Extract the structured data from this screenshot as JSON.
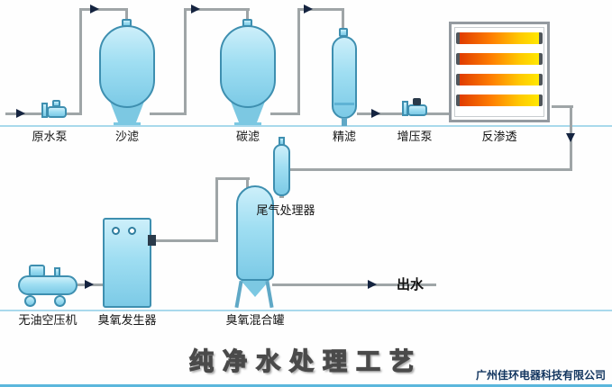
{
  "title": "纯净水处理工艺",
  "company": "广州佳环电器科技有限公司",
  "labels": {
    "raw_water_pump": "原水泵",
    "sand_filter": "沙滤",
    "carbon_filter": "碳滤",
    "fine_filter": "精滤",
    "booster_pump": "增压泵",
    "reverse_osmosis": "反渗透",
    "tail_gas_processor": "尾气处理器",
    "air_compressor": "无油空压机",
    "ozone_generator": "臭氧发生器",
    "ozone_mixing_tank": "臭氧混合罐",
    "water_outlet": "出水"
  },
  "colors": {
    "equipment_fill": "#9fdef2",
    "equipment_border": "#3e8fb0",
    "pipe": "#9fa5a7",
    "arrow": "#152440",
    "ro_tube_gradient": [
      "#e03c00",
      "#ff7e00",
      "#ffe800"
    ],
    "baseline": "#a9d9ec"
  }
}
